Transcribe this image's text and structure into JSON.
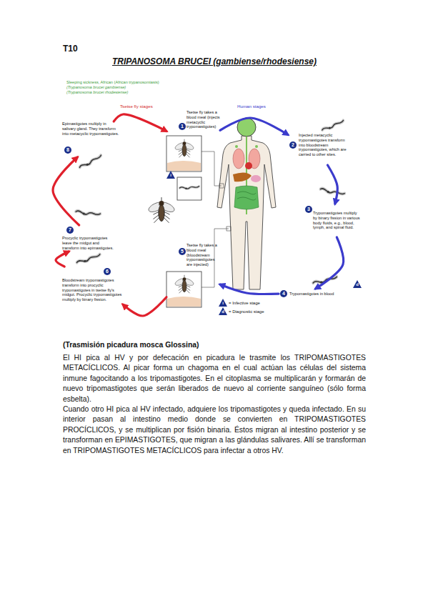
{
  "diagram": {
    "title": "TRIPANOSOMA BRUCEI (gambiense/rhodesiense)",
    "nodes": [
      {
        "text": [
          "1",
          "Tsetse fly takes a blood meal (injects metacyclic trypomastigotes)"
        ]
      },
      {
        "text": [
          "2",
          "Injected metacyclic trypomastigotes transform into bloodstream trypomastigotes, which are carried to other sites."
        ]
      },
      {
        "text": [
          "3",
          "Trypomastigotes multiply by binary fission in various body fluids, e.g., blood, lymph, and spinal fluid."
        ]
      },
      {
        "text": [
          "4",
          "Trypomastigotes in blood"
        ]
      },
      {
        "text": [
          "5",
          "Tsetse fly takes a blood meal (bloodstream trypomastigotes are injected)"
        ]
      },
      {
        "text": [
          "6",
          "Bloodstream trypomastigotes transform into procyclic trypomastigotes in tsetse fly's midgut. Procyclic trypomastigotes multiply by binary fission."
        ]
      },
      {
        "text": [
          "7",
          "Procyclic trypomastigotes leave the midgut and transform into epimastigotes."
        ]
      },
      {
        "text": [
          "8",
          "Epimastigotes multiply in salivary gland. They transform into metacyclic trypomastigotes."
        ]
      }
    ],
    "edges": [
      {
        "from": 0,
        "to": 1,
        "arrow": "to"
      },
      {
        "from": 1,
        "to": 2,
        "arrow": "to"
      },
      {
        "from": 2,
        "to": 3,
        "arrow": "to"
      },
      {
        "from": 3,
        "to": 4,
        "arrow": "to"
      },
      {
        "from": 4,
        "to": 5,
        "arrow": "to"
      },
      {
        "from": 5,
        "to": 6,
        "arrow": "to"
      },
      {
        "from": 6,
        "to": 7,
        "arrow": "to"
      },
      {
        "from": 7,
        "to": 0,
        "arrow": "to"
      }
    ],
    "labels": [
      "T10",
      "Sleeping sickness, African (African trypanosomiasis)",
      "(Trypanosoma brucei gambiense)",
      "(Trypanosoma brucei rhodesiense)",
      "Tsetse fly stages",
      "Human stages",
      "i",
      "d",
      "i",
      "d",
      "(Trasmisión picadura mosca Glossina)",
      "El HI pica al HV y por defecación en picadura le trasmite los TRIPOMASTIGOTES METACÍCLICOS. Al picar forma un chagoma en el cual actúan las células del sistema inmune fagocitando a los tripomastigotes. En el citoplasma se multiplicarán y formarán de nuevo tripomastigotes que serán liberados de nuevo al corriente sanguíneo (sólo forma esbelta).",
      "Cuando otro HI pica al HV infectado, adquiere los tripomastigotes y queda infectado. En su interior pasan al intestino medio donde se convierten en TRIPOMASTIGOTES PROCÍCLICOS, y se multiplican por fisión binaria. Éstos migran al intestino posterior y se transforman en EPIMASTIGOTES, que migran a las glándulas salivares. Allí se transforman en TRIPOMASTIGOTES METACÍCLICOS para infectar a otros HV."
    ],
    "legend": [
      {
        "text": "= Infective stage"
      },
      {
        "text": "= Diagnostic stage"
      }
    ]
  }
}
